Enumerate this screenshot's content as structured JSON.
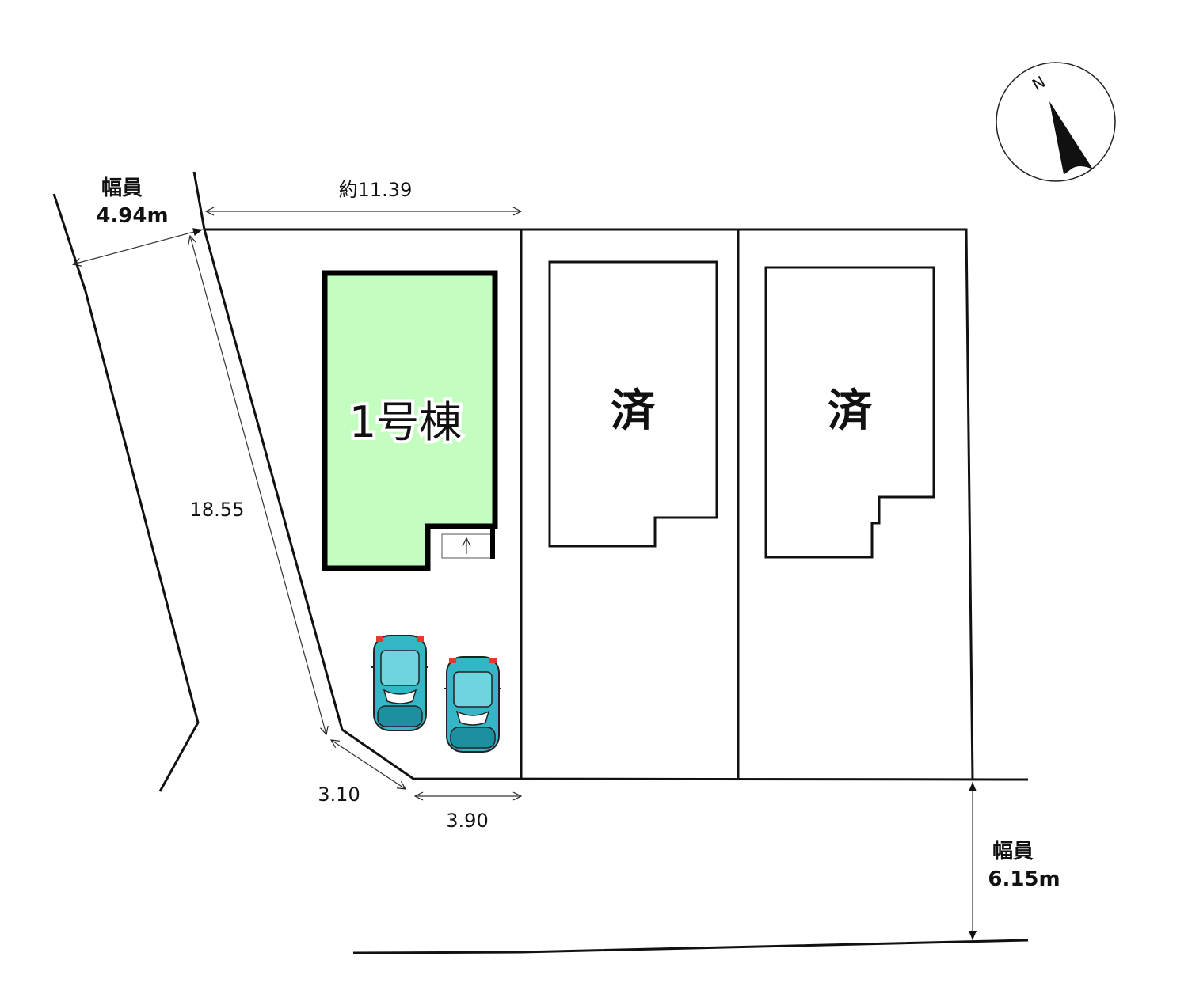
{
  "north_label": "N",
  "roads": {
    "west": {
      "label": "幅員",
      "width": "4.94m"
    },
    "south": {
      "label": "幅員",
      "width": "6.15m"
    }
  },
  "dimensions": {
    "north_frontage": "約11.39",
    "west_side": "18.55",
    "corner_cut": "3.10",
    "south_frontage": "3.90"
  },
  "lots": {
    "lot1": {
      "label": "1号棟",
      "fill": "#c3fdbf"
    },
    "lot2": {
      "label": "済"
    },
    "lot3": {
      "label": "済"
    }
  },
  "parking": {
    "car_count": 2,
    "car_color": "#35b6c6"
  }
}
